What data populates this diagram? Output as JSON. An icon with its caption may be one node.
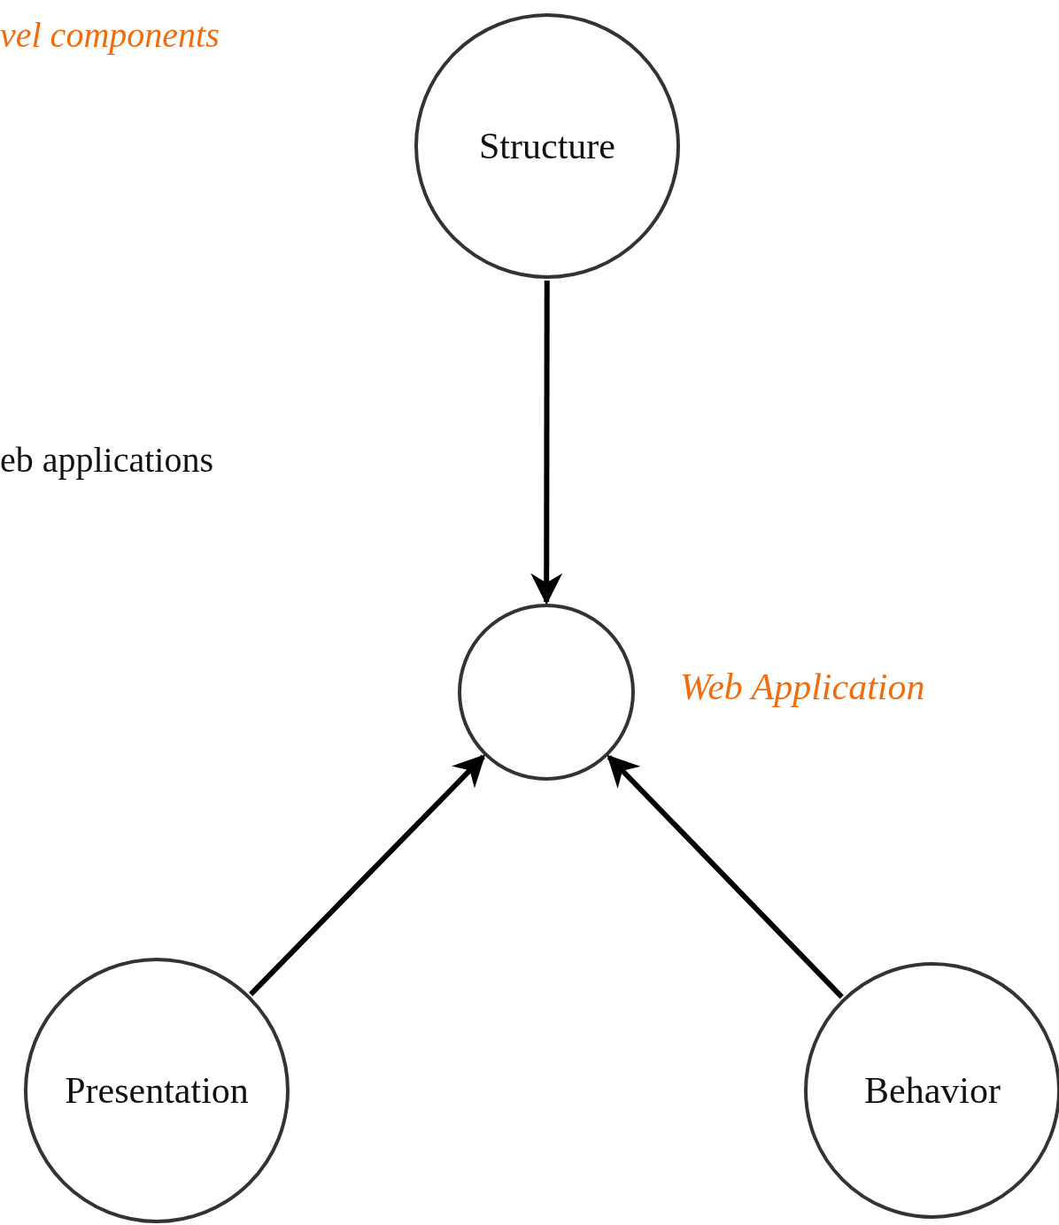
{
  "diagram": {
    "nodes": [
      {
        "text": [
          "Structure"
        ]
      },
      {
        "text": [],
        "shape": "circle",
        "beside": [
          "Web Application"
        ]
      },
      {
        "text": [
          "Presentation"
        ]
      },
      {
        "text": [
          "Behavior"
        ]
      }
    ],
    "edges": [
      {
        "from": 0,
        "to": 1,
        "arrow": "to"
      },
      {
        "from": 2,
        "to": 1,
        "arrow": "to"
      },
      {
        "from": 3,
        "to": 1,
        "arrow": "to"
      }
    ],
    "labels": [
      "vel components",
      "eb applications"
    ]
  }
}
